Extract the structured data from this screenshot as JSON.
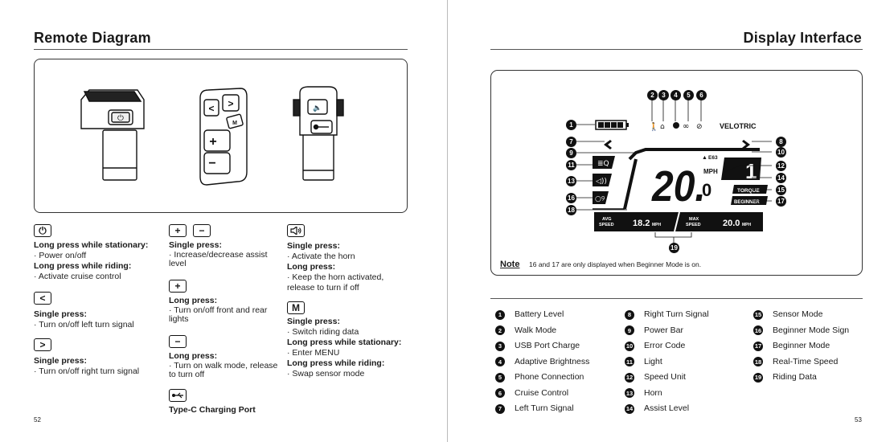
{
  "left": {
    "title": "Remote Diagram",
    "page_number": "52",
    "col1": {
      "power_icon": "⏻",
      "power_h1": "Long press while stationary:",
      "power_t1": "· Power on/off",
      "power_h2": "Long press while riding:",
      "power_t2": "· Activate cruise control",
      "left_icon": "<",
      "left_h": "Single press:",
      "left_t": "· Turn on/off left turn signal",
      "right_icon": ">",
      "right_h": "Single press:",
      "right_t": "· Turn on/off right turn signal"
    },
    "col2": {
      "plus_icon": "+",
      "minus_icon": "−",
      "pm_h": "Single press:",
      "pm_t": "· Increase/decrease assist level",
      "plus_h": "Long press:",
      "plus_t": "· Turn on/off front and rear lights",
      "minus_h": "Long press:",
      "minus_t": "· Turn on walk mode, release to turn off",
      "usb_icon": "usb-icon",
      "usb_h": "Type-C Charging Port"
    },
    "col3": {
      "horn_icon": "speaker-icon",
      "horn_h1": "Single press:",
      "horn_t1": "· Activate the horn",
      "horn_h2": "Long press:",
      "horn_t2": "· Keep the horn activated, release to turn if off",
      "m_icon": "M",
      "m_h1": "Single press:",
      "m_t1": "· Switch riding data",
      "m_h2": "Long press while stationary:",
      "m_t2": "· Enter MENU",
      "m_h3": "Long press while riding:",
      "m_t3": "· Swap sensor mode"
    }
  },
  "right": {
    "title": "Display Interface",
    "page_number": "53",
    "display": {
      "brand": "VELOTRIC",
      "speed_int": "20.",
      "speed_dec": "0",
      "speed_unit": "MPH",
      "error_code": "E63",
      "assist_level": "1",
      "sensor_mode": "TORQUE",
      "beginner_mode": "BEGINNER",
      "avg_label_1": "AVG",
      "avg_label_2": "SPEED",
      "avg_value": "18.2",
      "avg_unit": "MPH",
      "max_label_1": "MAX",
      "max_label_2": "SPEED",
      "max_value": "20.0",
      "max_unit": "MPH"
    },
    "note_label": "Note",
    "note_text": "16 and 17 are only displayed when Beginner Mode is on.",
    "legend": [
      {
        "n": "1",
        "label": "Battery Level"
      },
      {
        "n": "2",
        "label": "Walk Mode"
      },
      {
        "n": "3",
        "label": "USB Port Charge"
      },
      {
        "n": "4",
        "label": "Adaptive Brightness"
      },
      {
        "n": "5",
        "label": "Phone Connection"
      },
      {
        "n": "6",
        "label": "Cruise Control"
      },
      {
        "n": "7",
        "label": "Left Turn Signal"
      },
      {
        "n": "8",
        "label": "Right Turn Signal"
      },
      {
        "n": "9",
        "label": "Power Bar"
      },
      {
        "n": "10",
        "label": "Error Code"
      },
      {
        "n": "11",
        "label": "Light"
      },
      {
        "n": "12",
        "label": "Speed Unit"
      },
      {
        "n": "13",
        "label": "Horn"
      },
      {
        "n": "14",
        "label": "Assist Level"
      },
      {
        "n": "15",
        "label": "Sensor Mode"
      },
      {
        "n": "16",
        "label": "Beginner Mode Sign"
      },
      {
        "n": "17",
        "label": "Beginner Mode"
      },
      {
        "n": "18",
        "label": "Real-Time Speed"
      },
      {
        "n": "19",
        "label": "Riding Data"
      }
    ],
    "callouts": [
      "1",
      "2",
      "3",
      "4",
      "5",
      "6",
      "7",
      "8",
      "9",
      "10",
      "11",
      "12",
      "13",
      "14",
      "15",
      "16",
      "17",
      "18",
      "19"
    ]
  }
}
